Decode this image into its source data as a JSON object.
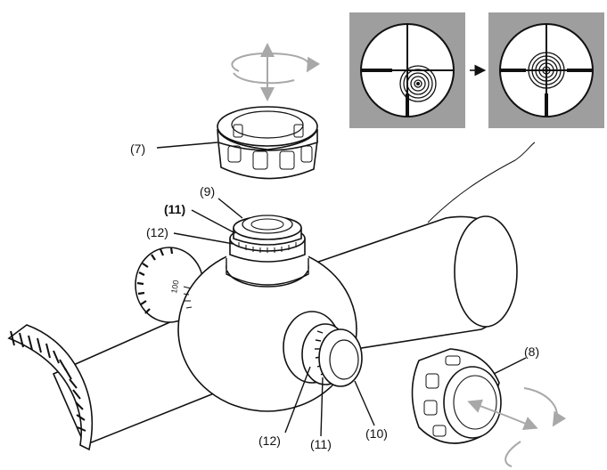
{
  "colors": {
    "reticle_panel": "#9e9e9e",
    "rotation_arrows": "#a8a8a8",
    "line": "#111111"
  },
  "labels": {
    "cap_top": "(7)",
    "cap_side": "(8)",
    "top_ring_9": "(9)",
    "top_ring_11": "(11)",
    "top_ring_12": "(12)",
    "side_ring_10": "(10)",
    "side_ring_11": "(11)",
    "side_ring_12": "(12)"
  },
  "dial": {
    "scale_value": "100"
  },
  "icons": {
    "reticle_before": "reticle-offcenter-icon",
    "reticle_after": "reticle-centered-icon",
    "arrow_between": "arrow-right-icon",
    "rotate_top": "rotate-vertical-icon",
    "rotate_side": "rotate-horizontal-icon"
  }
}
